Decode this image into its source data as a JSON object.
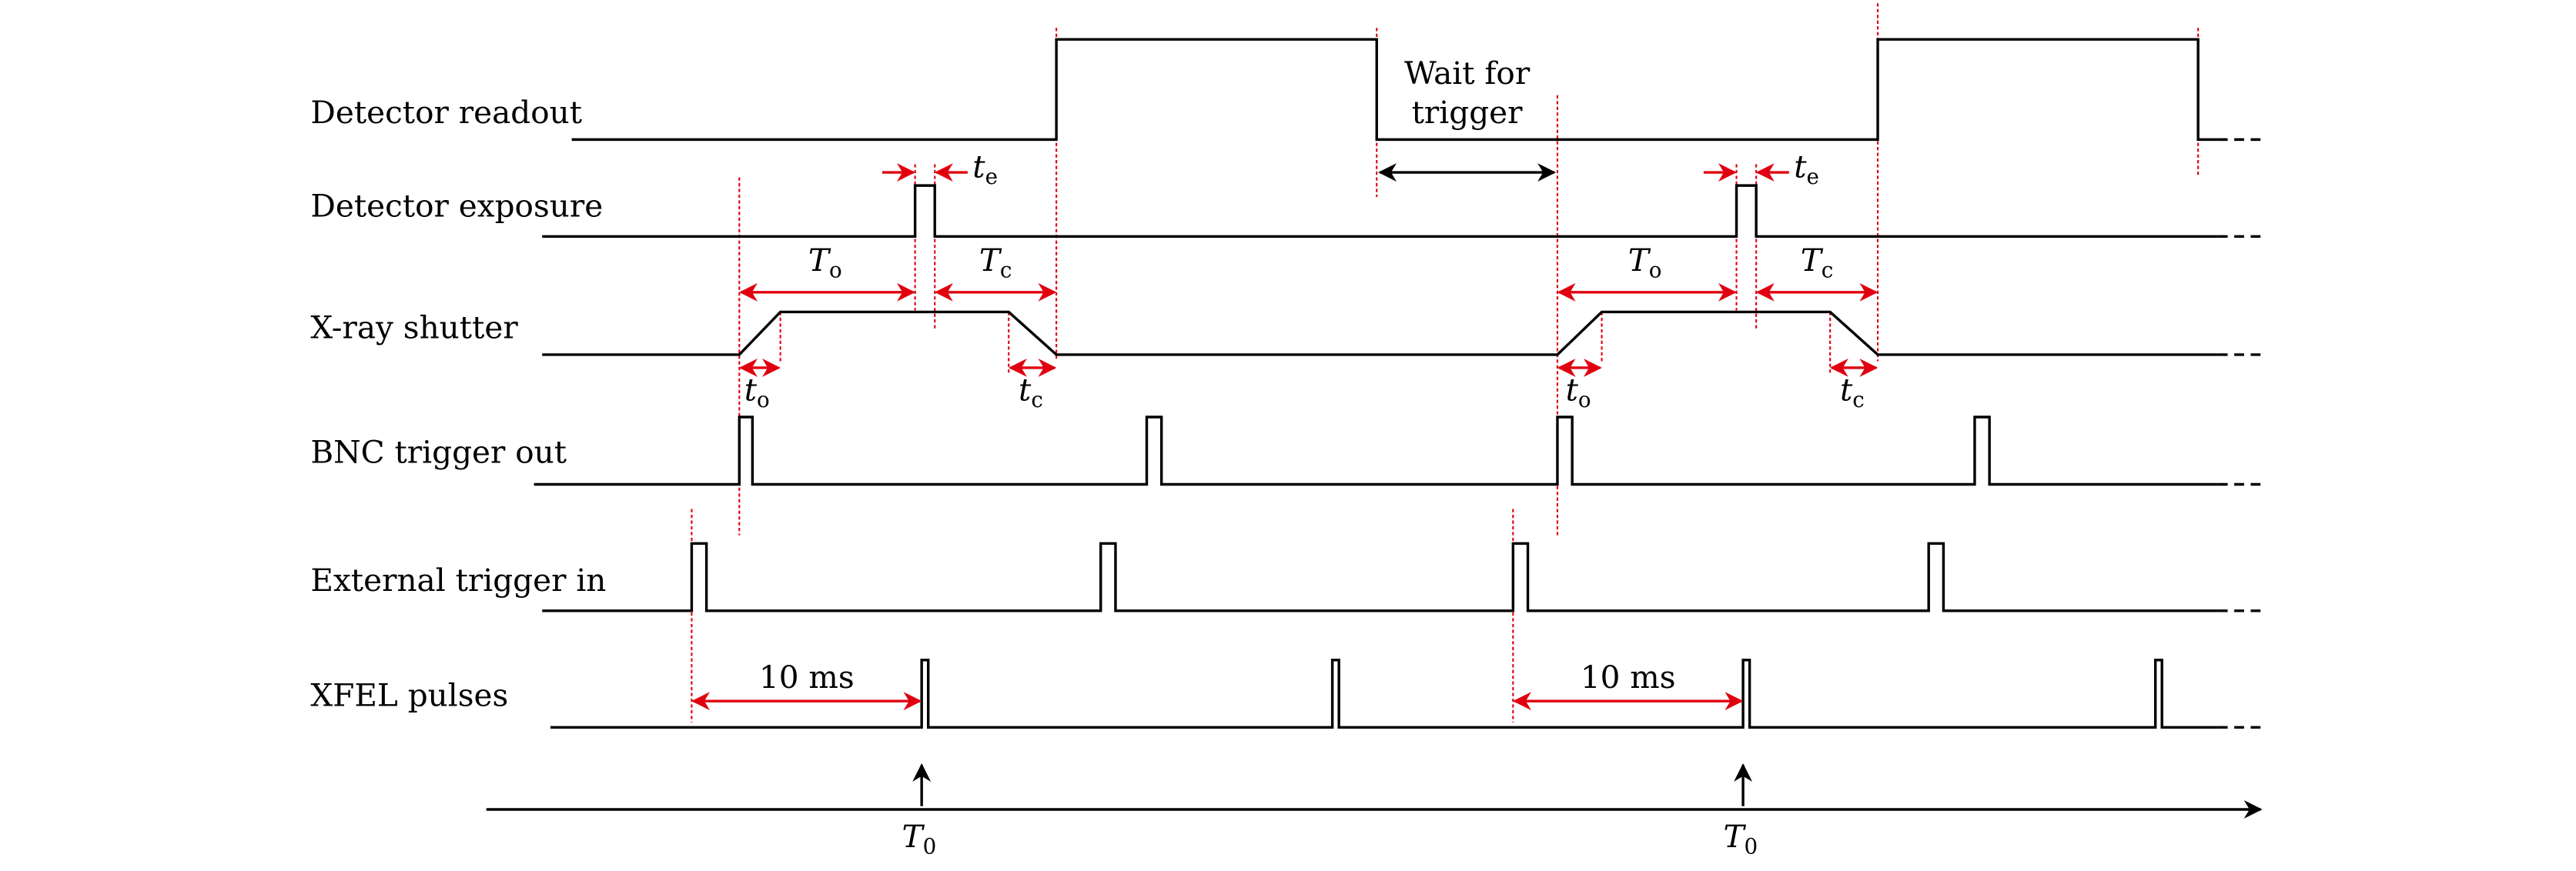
{
  "diagram": {
    "type": "timing-diagram",
    "signals": [
      {
        "id": "readout",
        "label": "Detector readout"
      },
      {
        "id": "exposure",
        "label": "Detector exposure"
      },
      {
        "id": "shutter",
        "label": "X-ray shutter"
      },
      {
        "id": "bnc",
        "label": "BNC trigger out"
      },
      {
        "id": "ext",
        "label": "External trigger in"
      },
      {
        "id": "xfel",
        "label": "XFEL pulses"
      }
    ],
    "annotations": {
      "wait_line1": "Wait for",
      "wait_line2": "trigger",
      "te": {
        "main": "t",
        "sub": "e"
      },
      "To": {
        "main": "T",
        "sub": "o"
      },
      "Tc": {
        "main": "T",
        "sub": "c"
      },
      "to": {
        "main": "t",
        "sub": "o"
      },
      "tc": {
        "main": "t",
        "sub": "c"
      },
      "delay": "10 ms",
      "T0": {
        "main": "T",
        "sub": "0"
      }
    },
    "colors": {
      "signal": "#000000",
      "annotation": "#e0000f"
    }
  }
}
